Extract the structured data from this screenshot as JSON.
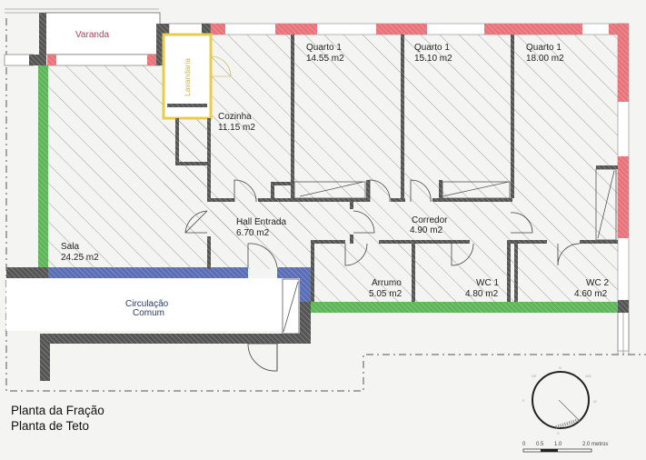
{
  "title": {
    "line1": "Planta da Fração",
    "line2": "Planta de Teto"
  },
  "rooms": [
    {
      "id": "varanda",
      "name": "Varanda",
      "area": ""
    },
    {
      "id": "lavandaria",
      "name": "Lavandaria",
      "area": ""
    },
    {
      "id": "cozinha",
      "name": "Cozinha",
      "area": "11.15 m2"
    },
    {
      "id": "quarto-a",
      "name": "Quarto 1",
      "area": "14.55 m2"
    },
    {
      "id": "quarto-b",
      "name": "Quarto 1",
      "area": "15.10 m2"
    },
    {
      "id": "quarto-c",
      "name": "Quarto 1",
      "area": "18.00 m2"
    },
    {
      "id": "hall",
      "name": "Hall Entrada",
      "area": "6.70 m2"
    },
    {
      "id": "corredor",
      "name": "Corredor",
      "area": "4.90 m2"
    },
    {
      "id": "sala",
      "name": "Sala",
      "area": "24.25 m2"
    },
    {
      "id": "arrumo",
      "name": "Arrumo",
      "area": "5.05 m2"
    },
    {
      "id": "wc1",
      "name": "WC 1",
      "area": "4.80 m2"
    },
    {
      "id": "wc2",
      "name": "WC 2",
      "area": "4.60 m2"
    },
    {
      "id": "circulacao",
      "name": "Circulação",
      "name2": "Comum",
      "area": ""
    }
  ],
  "scale_bar": {
    "ticks": [
      "0",
      "0.5",
      "1.0",
      "2.0 metros"
    ]
  },
  "colors": {
    "wall_existing": "#4a4a4a",
    "wall_exterior_red": "#e8737a",
    "wall_green": "#5fb55a",
    "wall_blue": "#5a6db5",
    "wall_yellow": "#e8cc4a",
    "hatch": "#8a8a8a",
    "varanda_text": "#b0405a",
    "lavandaria_text": "#c8b050"
  }
}
